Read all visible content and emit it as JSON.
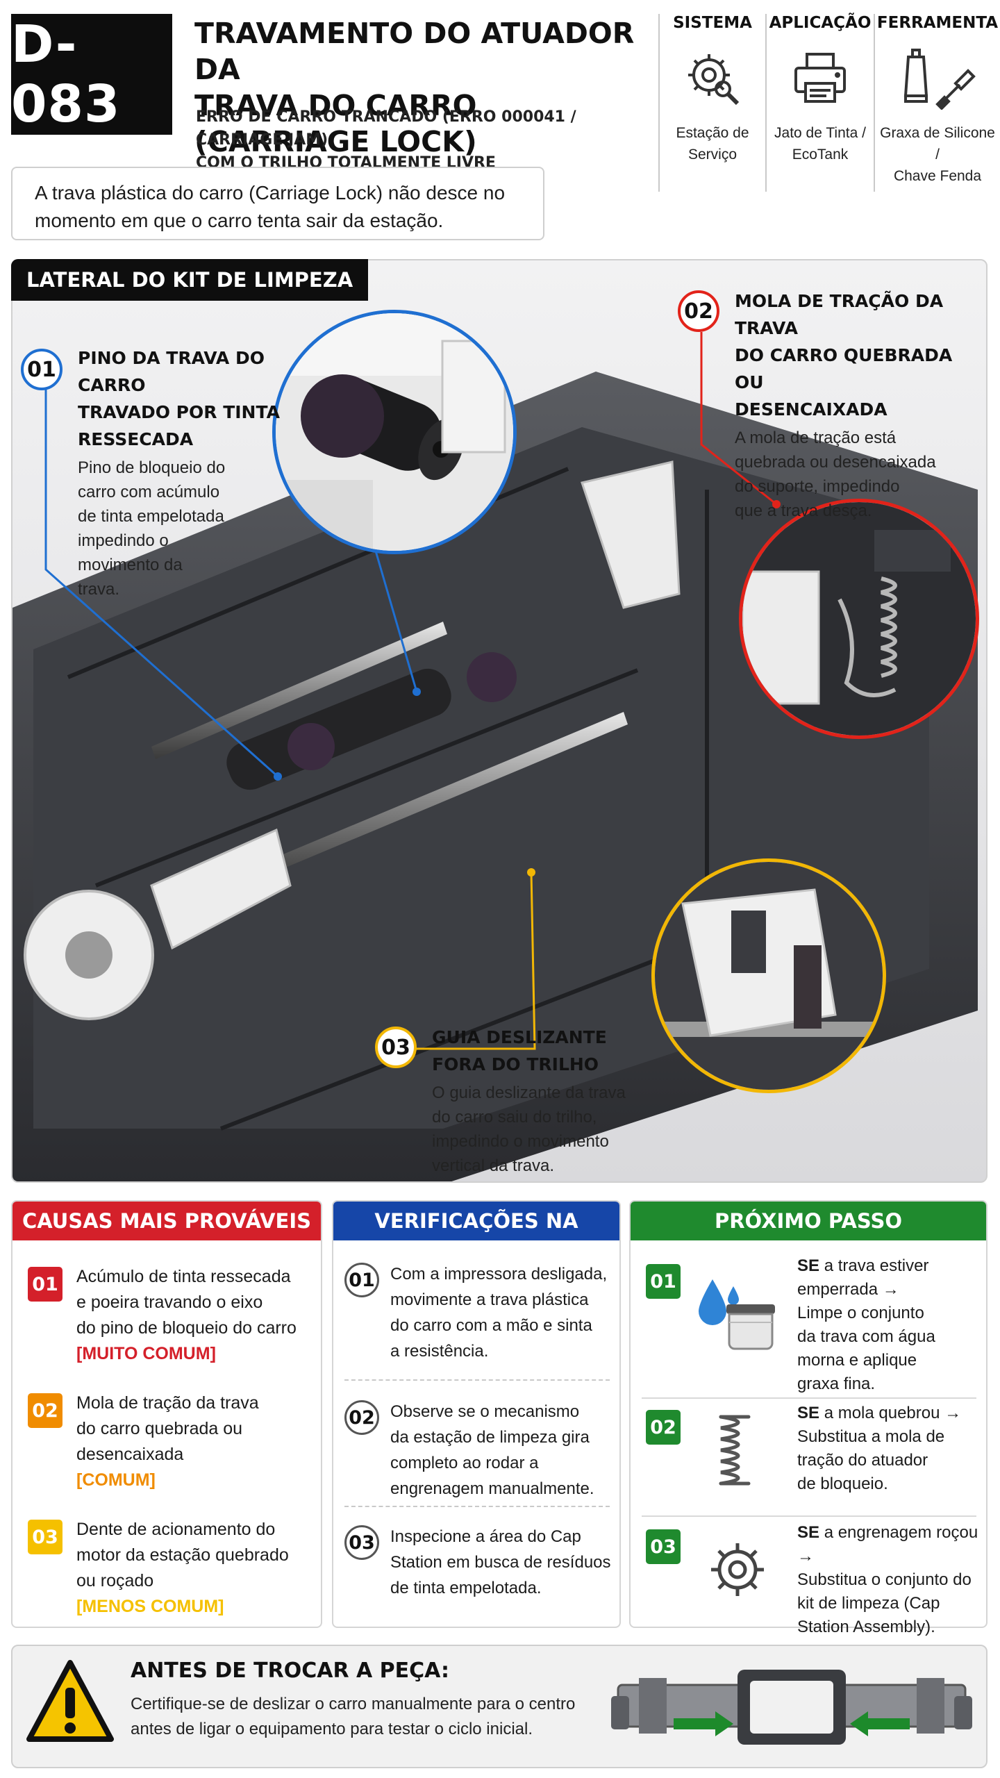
{
  "header": {
    "code": "D-083",
    "title_line1": "TRAVAMENTO DO ATUADOR DA",
    "title_line2": "TRAVA DO CARRO (CARRIAGE LOCK)",
    "subtitle_line1": "ERRO DE CARRO TRANCADO (ERRO 000041 / CARRIAGE JAM)",
    "subtitle_line2": "COM O TRILHO TOTALMENTE LIVRE",
    "columns": [
      {
        "label": "SISTEMA",
        "icon": "gear-magnifier-icon",
        "caption_line1": "Estação de",
        "caption_line2": "Serviço"
      },
      {
        "label": "APLICAÇÃO",
        "icon": "printer-icon",
        "caption_line1": "Jato de Tinta /",
        "caption_line2": "EcoTank"
      },
      {
        "label": "FERRAMENTA",
        "icon": "grease-screwdriver-icon",
        "caption_line1": "Graxa de Silicone /",
        "caption_line2": "Chave Fenda"
      }
    ]
  },
  "intro": {
    "line1": "A trava plástica do carro (Carriage Lock) não desce no",
    "line2": "momento em que o carro tenta sair da estação."
  },
  "diagram": {
    "section_label": "LATERAL DO KIT DE LIMPEZA",
    "callouts": [
      {
        "num": "01",
        "color": "#1f6fd1",
        "title": [
          "PINO DA TRAVA DO CARRO",
          "TRAVADO POR TINTA",
          "RESSECADA"
        ],
        "body": [
          "Pino de bloqueio do",
          "carro com acúmulo",
          "de tinta empelotada",
          "impedindo o",
          "movimento da",
          "trava."
        ]
      },
      {
        "num": "02",
        "color": "#e2231a",
        "title": [
          "MOLA DE TRAÇÃO DA TRAVA",
          "DO CARRO QUEBRADA OU",
          "DESENCAIXADA"
        ],
        "body": [
          "A mola de tração está",
          "quebrada ou desencaixada",
          "do suporte, impedindo",
          "que a trava desça."
        ]
      },
      {
        "num": "03",
        "color": "#f2b705",
        "title": [
          "GUIA DESLIZANTE",
          "FORA DO TRILHO"
        ],
        "body": [
          "O guia deslizante da trava",
          "do carro saiu do trilho,",
          "impedindo o movimento",
          "vertical da trava."
        ]
      }
    ]
  },
  "causes": {
    "heading": "CAUSAS MAIS PROVÁVEIS",
    "color": "#d4202a",
    "items": [
      {
        "num": "01",
        "num_color": "#d4202a",
        "lines": [
          "Acúmulo de tinta ressecada",
          "e poeira travando o eixo",
          "do pino de bloqueio do carro"
        ],
        "tag": "[MUITO COMUM]",
        "tag_color": "#d4202a"
      },
      {
        "num": "02",
        "num_color": "#f08c00",
        "lines": [
          "Mola de tração da trava",
          "do carro quebrada ou",
          "desencaixada"
        ],
        "tag": "[COMUM]",
        "tag_color": "#f08c00"
      },
      {
        "num": "03",
        "num_color": "#f5c000",
        "lines": [
          "Dente de acionamento do",
          "motor da estação quebrado",
          "ou roçado"
        ],
        "tag": "[MENOS COMUM]",
        "tag_color": "#f5c000"
      }
    ]
  },
  "checks": {
    "heading": "VERIFICAÇÕES NA ORDEM",
    "color": "#1646a8",
    "items": [
      {
        "num": "01",
        "lines": [
          "Com a impressora desligada,",
          "movimente a trava plástica",
          "do carro com a mão e sinta",
          "a resistência."
        ]
      },
      {
        "num": "02",
        "lines": [
          "Observe se o mecanismo",
          "da estação de limpeza gira",
          "completo ao rodar a",
          "engrenagem manualmente."
        ]
      },
      {
        "num": "03",
        "lines": [
          "Inspecione a área do Cap",
          "Station em busca de resíduos",
          "de tinta empelotada."
        ]
      }
    ]
  },
  "next": {
    "heading": "PRÓXIMO PASSO",
    "color": "#1f8a2e",
    "items": [
      {
        "num": "01",
        "icon": "water-grease-icon",
        "se": "SE",
        "lines": [
          "a trava estiver",
          "emperrada →",
          "Limpe o conjunto",
          "da trava com água",
          "morna e aplique",
          "graxa fina."
        ]
      },
      {
        "num": "02",
        "icon": "spring-icon",
        "se": "SE",
        "lines": [
          "a mola quebrou →",
          "Substitua a mola de",
          "tração do atuador",
          "de bloqueio."
        ]
      },
      {
        "num": "03",
        "icon": "gear-icon",
        "se": "SE",
        "lines": [
          "a engrenagem roçou →",
          "Substitua o conjunto do",
          "kit de limpeza (Cap",
          "Station Assembly)."
        ]
      }
    ]
  },
  "warning": {
    "icon": "warning-triangle-icon",
    "title": "ANTES DE TROCAR A PEÇA:",
    "line1": "Certifique-se de deslizar o carro manualmente para o centro",
    "line2": "antes de ligar o equipamento para testar o ciclo inicial."
  }
}
